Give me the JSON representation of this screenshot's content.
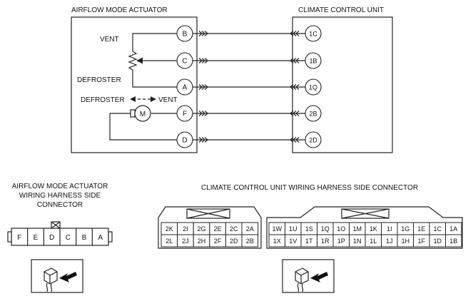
{
  "actuator": {
    "title": "AIRFLOW MODE ACTUATOR",
    "vent_label": "VENT",
    "defroster_label": "DEFROSTER",
    "motor_direction": {
      "left": "DEFROSTER",
      "right": "VENT"
    },
    "motor_label": "M"
  },
  "climate_unit": {
    "title": "CLIMATE CONTROL UNIT"
  },
  "wires": [
    {
      "from": "B",
      "to": "1C"
    },
    {
      "from": "C",
      "to": "1B"
    },
    {
      "from": "A",
      "to": "1Q"
    },
    {
      "from": "F",
      "to": "2B"
    },
    {
      "from": "D",
      "to": "2D"
    }
  ],
  "actuator_connector": {
    "caption": [
      "AIRFLOW MODE ACTUATOR",
      "WIRING HARNESS SIDE",
      "CONNECTOR"
    ],
    "pins": [
      "F",
      "E",
      "D",
      "C",
      "B",
      "A"
    ]
  },
  "climate_connector": {
    "caption": "CLIMATE CONTROL UNIT WIRING HARNESS SIDE CONNECTOR",
    "left_block": {
      "row1": [
        "2K",
        "2I",
        "2G",
        "2E",
        "2C",
        "2A"
      ],
      "row2": [
        "2L",
        "2J",
        "2H",
        "2F",
        "2D",
        "2B"
      ]
    },
    "right_block": {
      "row1": [
        "1W",
        "1U",
        "1S",
        "1Q",
        "1O",
        "1M",
        "1K",
        "1I",
        "1G",
        "1E",
        "1C",
        "1A"
      ],
      "row2": [
        "1X",
        "1V",
        "1T",
        "1R",
        "1P",
        "1N",
        "1L",
        "1J",
        "1H",
        "1F",
        "1D",
        "1B"
      ]
    }
  }
}
